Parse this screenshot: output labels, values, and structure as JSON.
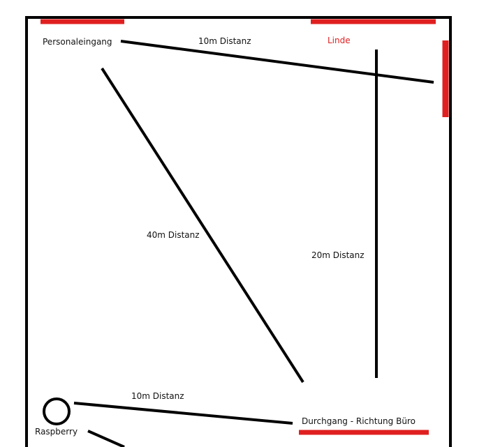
{
  "labels": {
    "personaleingang": "Personaleingang",
    "linde": "Linde",
    "top_distance": "10m Distanz",
    "diagonal_distance": "40m Distanz",
    "vertical_distance": "20m Distanz",
    "bottom_distance": "10m Distanz",
    "durchgang": "Durchgang - Richtung Büro",
    "raspberry": "Raspberry"
  },
  "colors": {
    "line": "#000000",
    "marker": "#e02020",
    "text": "#111111"
  }
}
